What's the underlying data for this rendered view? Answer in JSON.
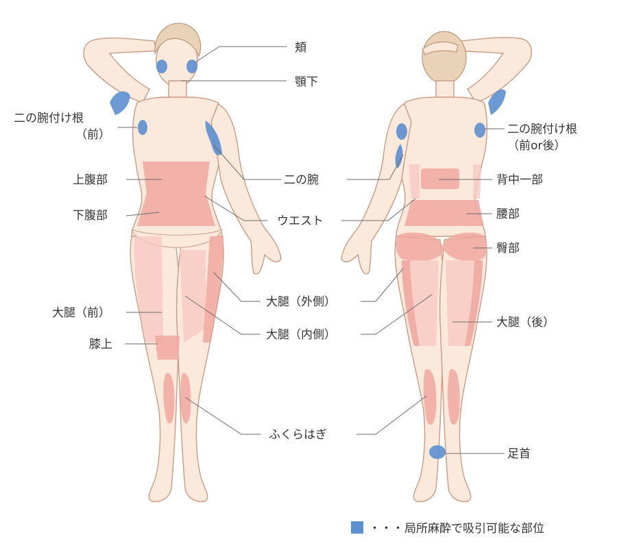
{
  "labels": {
    "cheek": "頬",
    "under_chin": "顎下",
    "upper_arm_root_front_line1": "二の腕付け根",
    "upper_arm_root_front_line2": "（前）",
    "upper_abdomen": "上腹部",
    "upper_arm": "二の腕",
    "lower_abdomen": "下腹部",
    "waist": "ウエスト",
    "thigh_front": "大腿（前）",
    "thigh_outer": "大腿（外側）",
    "thigh_inner": "大腿（内側）",
    "above_knee": "膝上",
    "calf": "ふくらはぎ",
    "upper_arm_root_back_line1": "二の腕付け根",
    "upper_arm_root_back_line2": "（前or後）",
    "upper_back": "背中一部",
    "lower_back": "腰部",
    "buttocks": "臀部",
    "thigh_back": "大腿（後）",
    "ankle": "足首"
  },
  "legend": {
    "marker": "・・・",
    "text": "局所麻酔で吸引可能な部位",
    "color": "#5b8fcf"
  },
  "colors": {
    "zone": "#f0a8a0",
    "local_anesthesia": "#5b8fcf",
    "skin": "#fbe9dc"
  }
}
